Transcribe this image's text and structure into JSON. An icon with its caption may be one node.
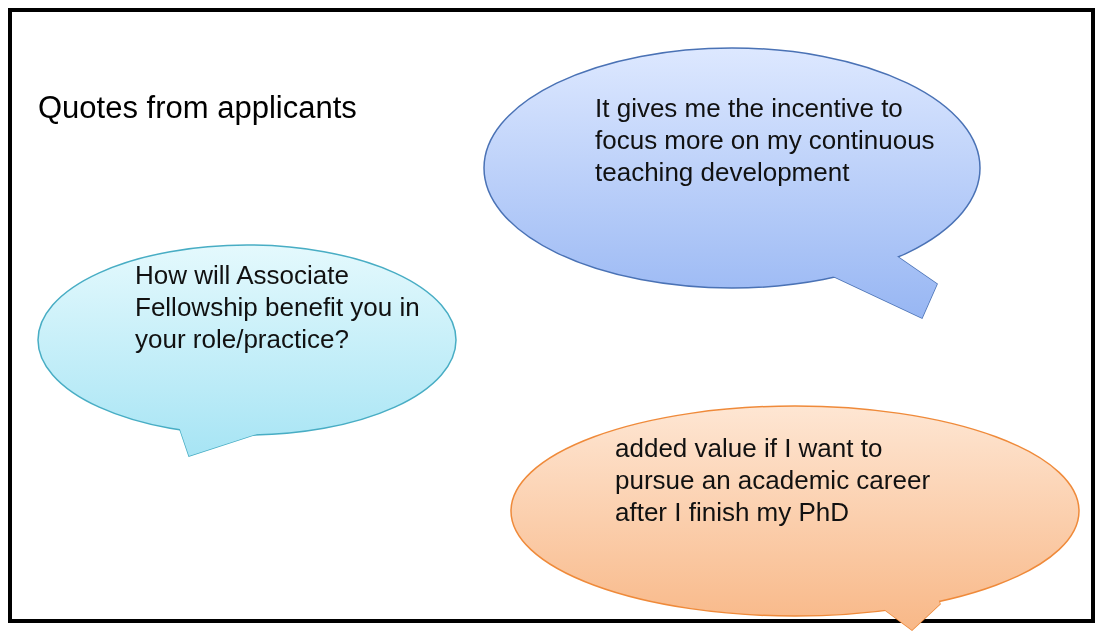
{
  "diagram": {
    "title": "Quotes from applicants",
    "nodes": [
      {
        "text": [
          "It gives me the incentive to focus more on my continuous teaching development"
        ]
      },
      {
        "text": [
          "How will Associate Fellowship benefit you in your role/practice?"
        ]
      },
      {
        "text": [
          "added value if I want to pursue an academic career after I finish my PhD"
        ]
      }
    ]
  }
}
